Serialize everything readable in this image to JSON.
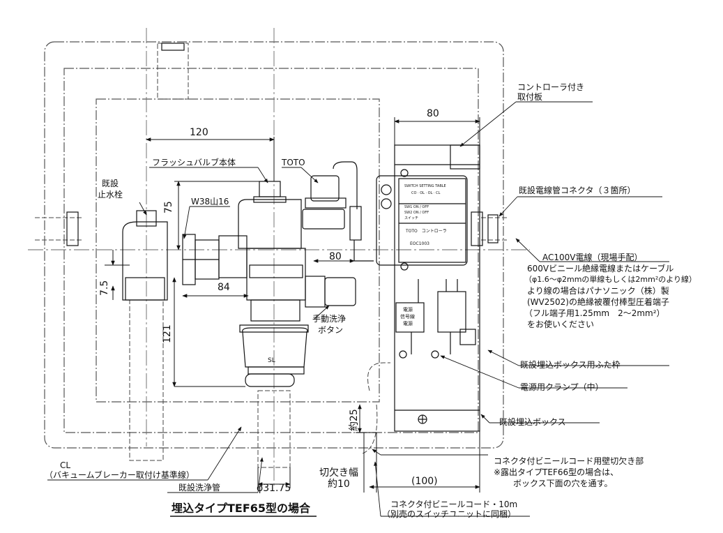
{
  "title": "埋込タイプTEF65型の場合",
  "labels": {
    "controller_plate_1": "コントローラ付き",
    "controller_plate_2": "取付板",
    "flush_valve_body": "フラッシュバルブ本体",
    "toto": "TOTO",
    "existing_stop_valve_1": "既設",
    "existing_stop_valve_2": "止水栓",
    "w38": "W38山16",
    "conduit_connector": "既設電線管コネクタ（３箇所）",
    "ac100v": "AC100V電線（現場手配）",
    "wire_note_1": "600Vビニール絶縁電線またはケーブル",
    "wire_note_2": "（φ1.6～φ2mmの単線もしくは2mm²のより線）",
    "wire_note_3": "より線の場合はパナソニック（株）製",
    "wire_note_4": "(WV2502)の絶縁被覆付棒型圧着端子",
    "wire_note_5": "（フル端子用1.25mm　2～2mm²）",
    "wire_note_6": "をお使いください",
    "manual_button_1": "手動洗浄",
    "manual_button_2": "ボタン",
    "box_lid_frame": "既設埋込ボックス用ふた枠",
    "power_clamp": "電源用クランプ（中）",
    "embedded_box": "既設埋込ボックス",
    "cutout_note": "コネクタ付ビニールコード用壁切欠き部",
    "exposed_note_1": "※露出タイプTEF66型の場合は、",
    "exposed_note_2": "ボックス下面の穴を通す。",
    "cl": "CL",
    "vacuum_breaker": "（バキュームブレーカー取付け基準線）",
    "existing_flush_pipe": "既設洗浄管",
    "cut_width_1": "切欠き幅",
    "cut_width_2": "約10",
    "cord_1": "コネクタ付ビニールコード・10m",
    "cord_2": "（別売のスイッチユニットに同梱）",
    "sl": "SL"
  },
  "dimensions": {
    "d80_top": "80",
    "d120": "120",
    "d75": "75",
    "d80_mid": "80",
    "d7_5": "7.5",
    "d84": "84",
    "d121": "121",
    "d25": "約25",
    "d31_75": "φ31.75",
    "d100": "(100)"
  },
  "controller_text": {
    "line1": "SWITCH SETTING TABLE",
    "line2": "CO · OL · OL · CL",
    "line3": "SW1 ON / OFF",
    "line4": "SW2 ON / OFF",
    "line5": "スイッチ",
    "brand": "TOTO　コントローラ",
    "model": "EOC1003",
    "terminal1": "電源",
    "terminal2": "信号線",
    "terminal3": "電源"
  }
}
